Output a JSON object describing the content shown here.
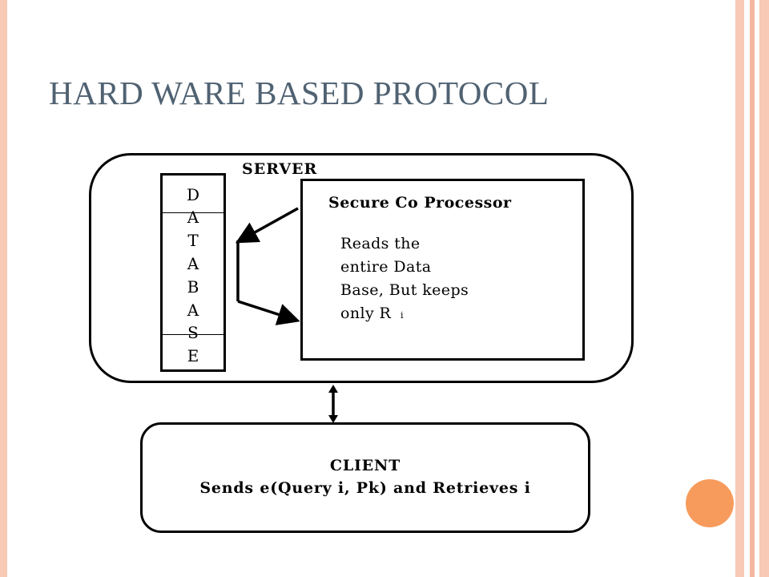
{
  "slide": {
    "title": "HARD WARE BASED PROTOCOL",
    "accent_color": "#f79b5c",
    "frame_color": "#f8c9b4",
    "title_color": "#506272"
  },
  "server": {
    "label": "SERVER",
    "database_letters": [
      "D",
      "A",
      "T",
      "A",
      "B",
      "A",
      "S",
      "E"
    ],
    "secure_coprocessor": {
      "title": "Secure Co Processor",
      "description": "Reads the\nentire Data\nBase, But keeps\nonly R",
      "subscript": "i"
    }
  },
  "client": {
    "label": "CLIENT",
    "description": "Sends e(Query i, Pk) and Retrieves i"
  }
}
